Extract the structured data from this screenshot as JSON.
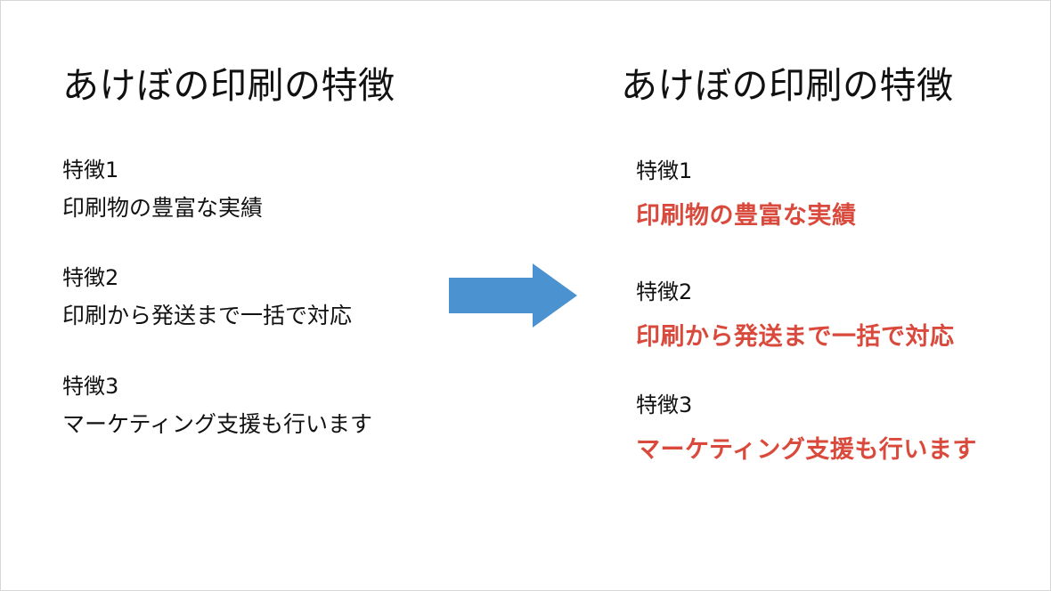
{
  "colors": {
    "text": "#111111",
    "highlight": "#d94a3d",
    "arrow": "#4a92d0",
    "border": "#d6d6d6"
  },
  "before": {
    "title": "あけぼの印刷の特徴",
    "features": [
      {
        "label": "特徴1",
        "text": "印刷物の豊富な実績"
      },
      {
        "label": "特徴2",
        "text": "印刷から発送まで一括で対応"
      },
      {
        "label": "特徴3",
        "text": "マーケティング支援も行います"
      }
    ]
  },
  "after": {
    "title": "あけぼの印刷の特徴",
    "features": [
      {
        "label": "特徴1",
        "text": "印刷物の豊富な実績"
      },
      {
        "label": "特徴2",
        "text": "印刷から発送まで一括で対応"
      },
      {
        "label": "特徴3",
        "text": "マーケティング支援も行います"
      }
    ]
  },
  "arrow_icon": "right-arrow-icon"
}
